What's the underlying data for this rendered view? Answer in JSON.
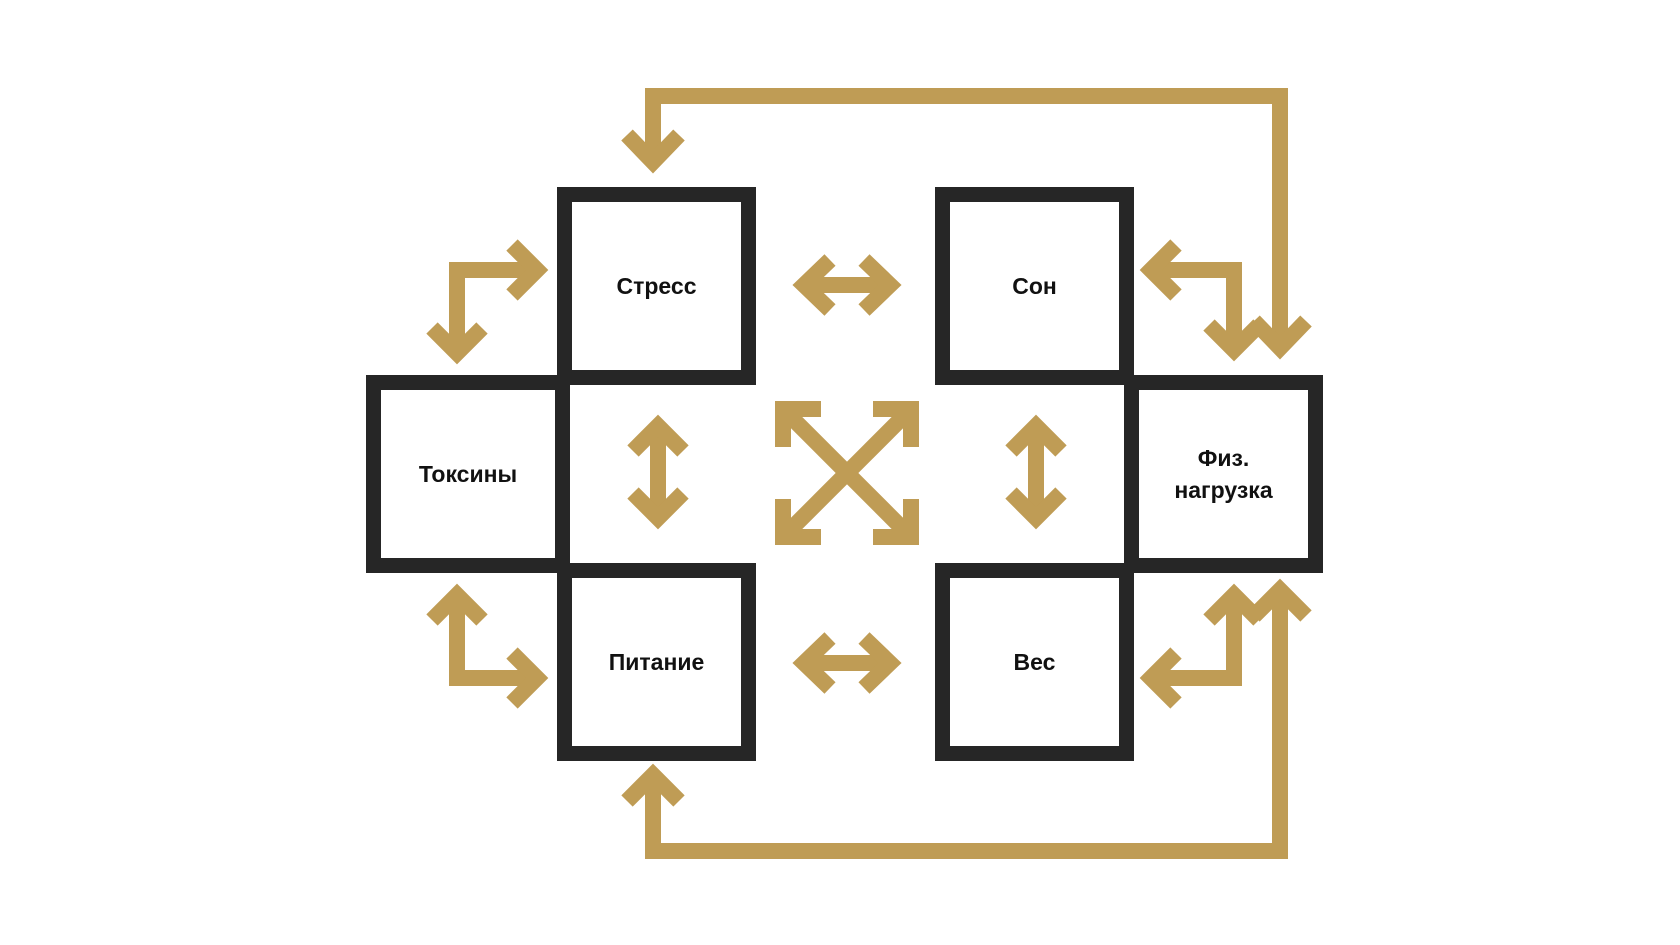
{
  "diagram": {
    "nodes": {
      "stress": "Стресс",
      "sleep": "Сон",
      "toxins": "Токсины",
      "activity": "Физ.\nнагрузка",
      "nutrition": "Питание",
      "weight": "Вес"
    },
    "colors": {
      "arrow": "#bf9c55",
      "border": "#262626",
      "background": "#ffffff",
      "text": "#111111"
    }
  }
}
